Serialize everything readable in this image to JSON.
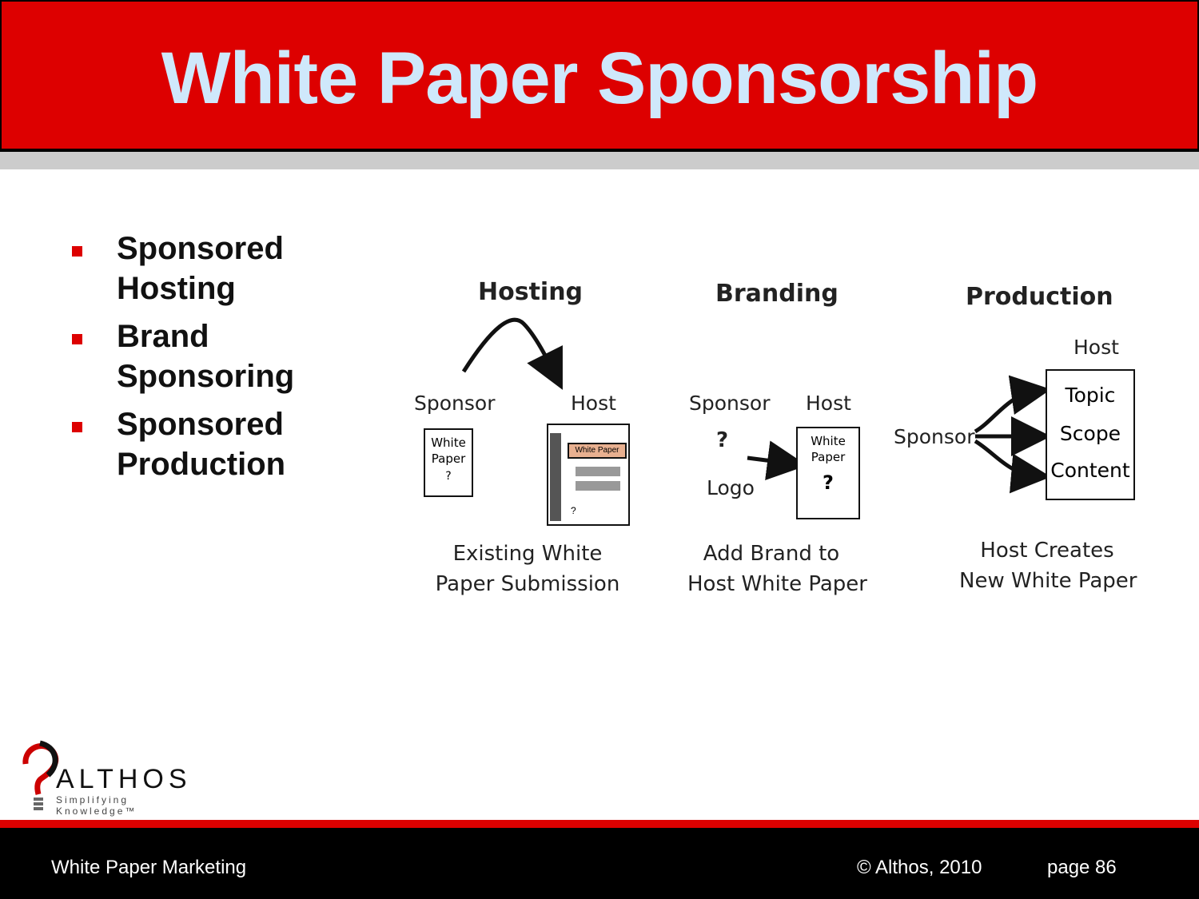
{
  "title": "White Paper Sponsorship",
  "bullets": [
    {
      "line1": "Sponsored",
      "line2": "Hosting"
    },
    {
      "line1": "Brand",
      "line2": "Sponsoring"
    },
    {
      "line1": "Sponsored",
      "line2": "Production"
    }
  ],
  "diagram": {
    "hosting": {
      "heading": "Hosting",
      "sponsor_label": "Sponsor",
      "host_label": "Host",
      "doc_line1": "White",
      "doc_line2": "Paper",
      "banner_text": "White Paper",
      "caption_line1": "Existing White",
      "caption_line2": "Paper Submission"
    },
    "branding": {
      "heading": "Branding",
      "sponsor_label": "Sponsor",
      "host_label": "Host",
      "logo_label": "Logo",
      "doc_line1": "White",
      "doc_line2": "Paper",
      "caption_line1": "Add Brand to",
      "caption_line2": "Host White Paper"
    },
    "production": {
      "heading": "Production",
      "sponsor_label": "Sponsor",
      "host_label": "Host",
      "items": [
        "Topic",
        "Scope",
        "Content"
      ],
      "caption_line1": "Host Creates",
      "caption_line2": "New White Paper"
    }
  },
  "logo": {
    "name": "ALTHOS",
    "tagline": "Simplifying Knowledge™"
  },
  "footer": {
    "left": "White Paper Marketing",
    "copyright": "© Althos,  2010",
    "page": "page 86"
  },
  "colors": {
    "accent_red": "#dd0000",
    "title_text": "#cfe8fb",
    "footer_bg": "#000000"
  }
}
